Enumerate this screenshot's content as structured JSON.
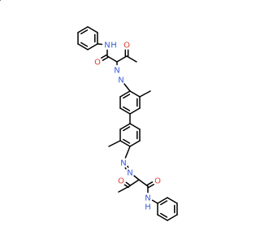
{
  "colors": {
    "background": "#ffffff",
    "bond": "#000000",
    "carbon": "#000000",
    "nitrogen": "#3a5bd9",
    "oxygen": "#e03c31"
  },
  "atom_labels": {
    "n_amide_top": "N",
    "h_amide_top": "H",
    "o_amide_top": "O",
    "o_keto_top": "O",
    "n_azo_top_a": "N",
    "n_azo_top_b": "N",
    "n_azo_bot_a": "N",
    "n_azo_bot_b": "N",
    "o_keto_bot": "O",
    "o_amide_bot": "O",
    "n_amide_bot": "N",
    "h_amide_bot": "H"
  }
}
